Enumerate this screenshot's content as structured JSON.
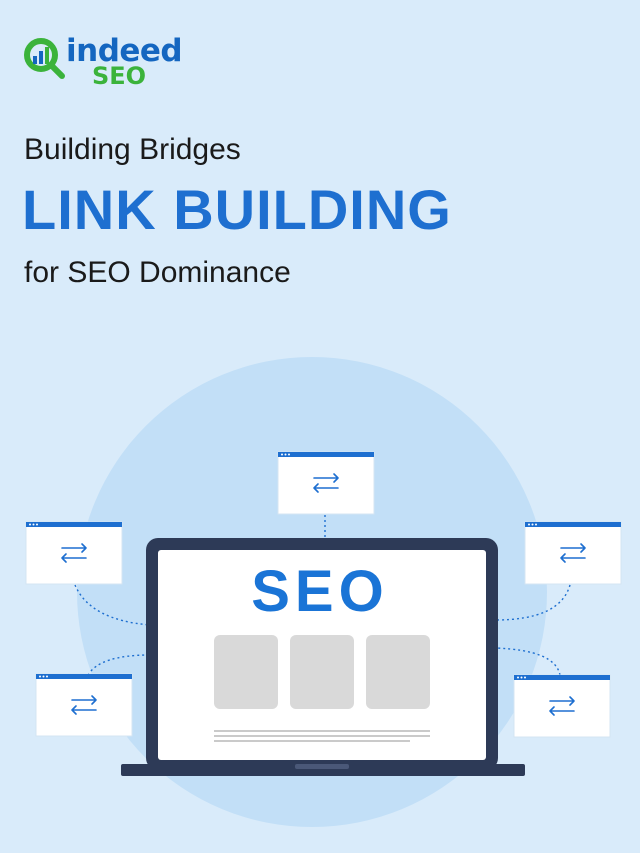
{
  "brand": {
    "name_primary": "indeed",
    "name_secondary": "SEO",
    "icon": "magnifier-chart-icon",
    "colors": {
      "blue": "#1466c0",
      "green": "#3bb33b"
    }
  },
  "headline": {
    "line1": "Building Bridges",
    "line2": "LINK BUILDING",
    "line3": "for SEO Dominance"
  },
  "illustration": {
    "laptop_screen_text": "SEO",
    "link_windows_icon": "exchange-arrows-icon",
    "accent_color": "#1e6fd0"
  }
}
